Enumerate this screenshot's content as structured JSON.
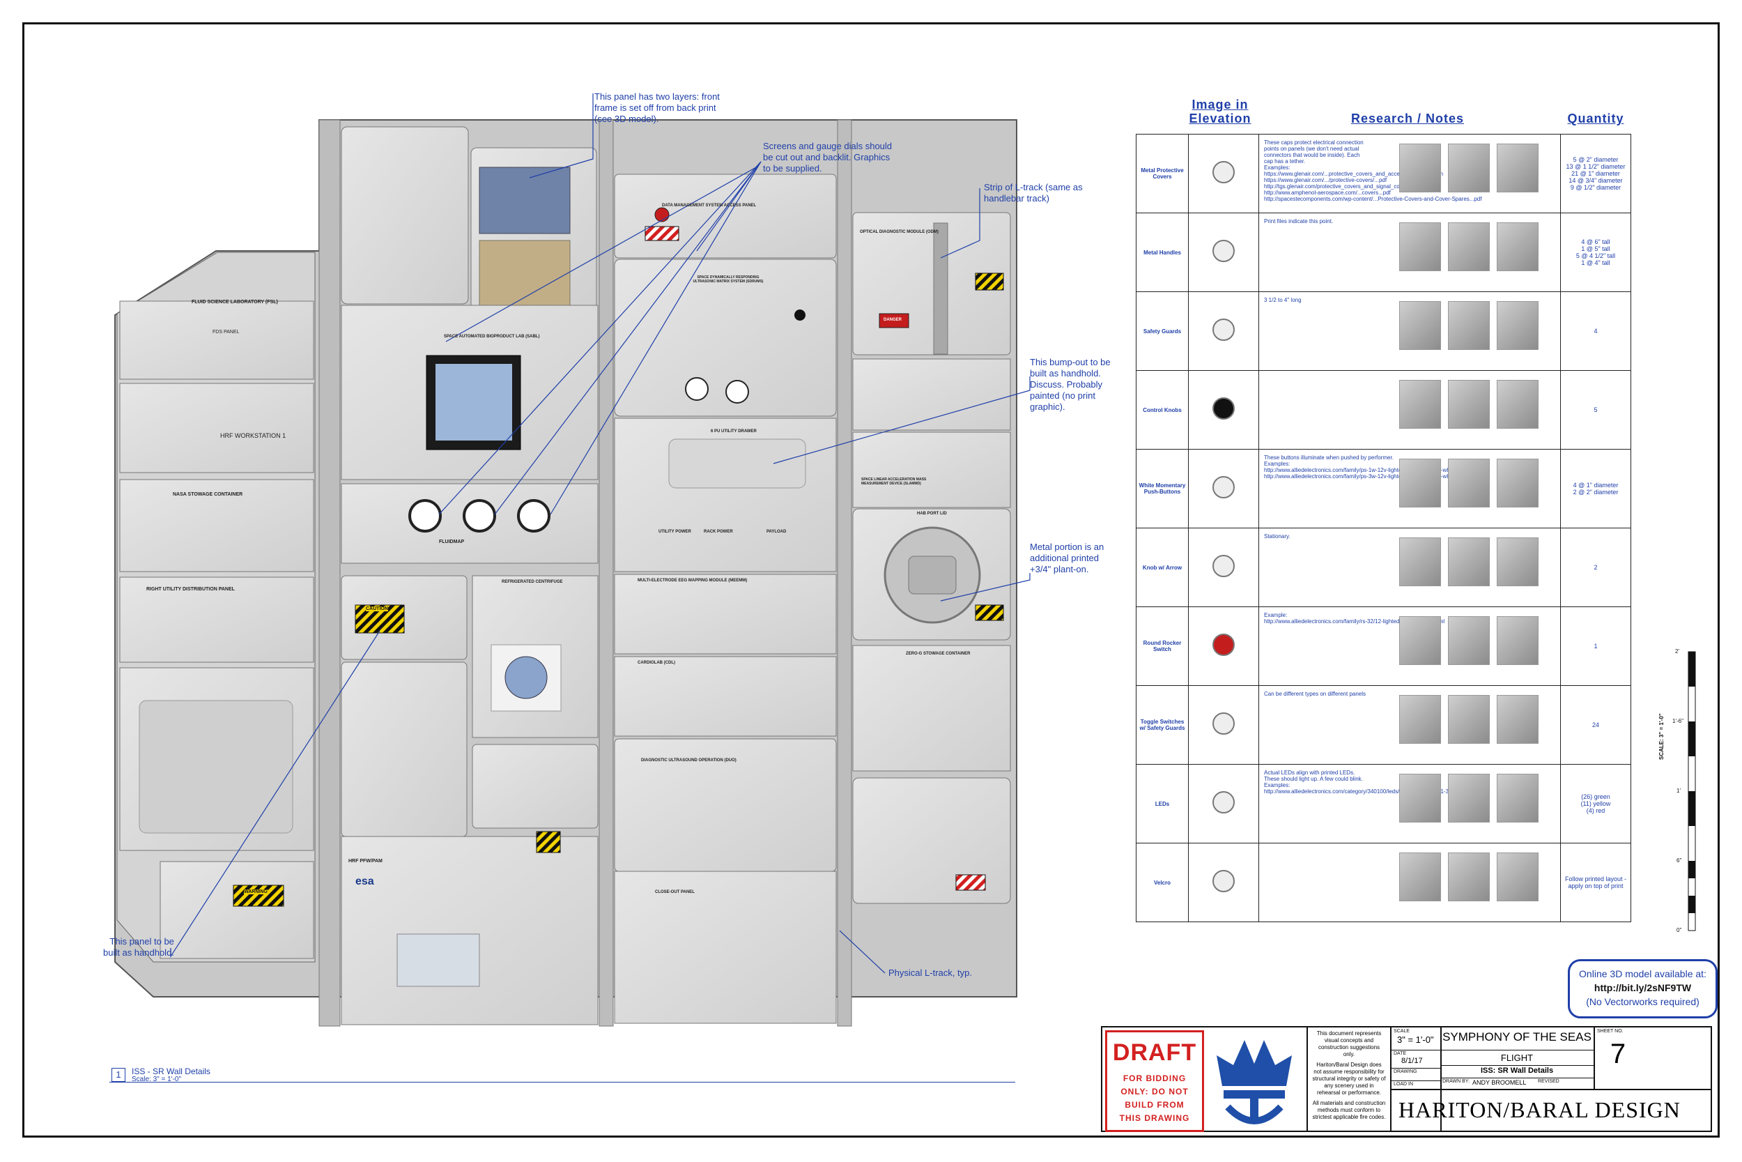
{
  "colors": {
    "accent": "#1f3fa8",
    "draft_red": "#d32020",
    "panel": "#dcdcdc",
    "hazard": "#f2d300"
  },
  "callouts": {
    "two_layers": [
      "This panel has two layers: front",
      "frame is set off from back print",
      "(see 3D model)."
    ],
    "screens": [
      "Screens and gauge dials should",
      "be cut out and backlit. Graphics",
      "to be supplied."
    ],
    "ltrack_strip": [
      "Strip of L-track (same as",
      "handlebar track)"
    ],
    "bumpout": [
      "This bump-out to be",
      "built as handhold.",
      "Discuss. Probably",
      "painted (no print",
      "graphic)."
    ],
    "metal_portion": [
      "Metal portion is an",
      "additional printed",
      "+3/4\" plant-on."
    ],
    "panel_handhold": [
      "This panel to be",
      "built as handhold."
    ],
    "physical_ltrack": "Physical L-track, typ."
  },
  "panel_labels": {
    "fsl": "FLUID SCIENCE LABORATORY (FSL)",
    "fds": "FDS PANEL",
    "hrf_ws": "HRF WORKSTATION 1",
    "nasa": "NASA STOWAGE CONTAINER",
    "rudp": "RIGHT UTILITY DISTRIBUTION PANEL",
    "sabl": "SPACE AUTOMATED BIOPRODUCT LAB (SABL)",
    "fluidmap": "FLUIDMAP",
    "refcentrifuge": "REFRIGERATED CENTRIFUGE",
    "dmsap": "DATA MANAGEMENT SYSTEM ACCESS PANEL",
    "sdrums": "SPACE DYNAMICALLY RESPONDING ULTRASONIC MATRIX SYSTEM (SDRUMS)",
    "epu": "6 PU UTILITY DRAWER",
    "meemm": "MULTI-ELECTRODE EEG MAPPING MODULE (MEEMM)",
    "cardiolab": "CARDIOLAB (CDL)",
    "duo": "DIAGNOSTIC ULTRASOUND OPERATION (DUO)",
    "closeout": "CLOSE-OUT PANEL",
    "odm": "OPTICAL DIAGNOSTIC MODULE (ODM)",
    "slamd": "SPACE LINEAR ACCELERATION MASS MEASUREMENT DEVICE (SLAMMD)",
    "hatch": "HAB PORT LID",
    "zerog": "ZERO-G STOWAGE CONTAINER",
    "hrfpfwpam": "HRF PFW/PAM",
    "esa": "esa",
    "warning": "WARNING",
    "caution": "CAUTION",
    "danger": "DANGER",
    "utility_power": "UTILITY POWER",
    "rack_power": "RACK POWER",
    "payload": "PAYLOAD"
  },
  "drawing_label": {
    "num": "1",
    "title": "ISS - SR Wall Details",
    "scale": "Scale: 3\" = 1'-0\""
  },
  "research_headers": {
    "image": "Image in Elevation",
    "notes": "Research / Notes",
    "quantity": "Quantity"
  },
  "rows": [
    {
      "label": "Metal Protective Covers",
      "qty": [
        "5  @ 2\" diameter",
        "13 @ 1 1/2\" diameter",
        "21 @ 1\" diameter",
        "14 @ 3/4\" diameter",
        "9  @ 1/2\" diameter"
      ],
      "note": [
        "These caps protect electrical connection",
        "points on panels (we don't need actual",
        "connectors that would be inside). Each",
        "cap has a tether.",
        "",
        "Examples:",
        "https://www.glenair.com/...protective_covers_and_accessories/index.htm",
        "https://www.glenair.com/.../protective-covers/...pdf",
        "http://tgs.glenair.com/protective_covers_and_signal_connectors/pdf",
        "http://www.amphenol-aerospace.com/...covers...pdf",
        "http://spacestecomponents.com/wp-content/...Protective-Covers-and-Cover-Spares...pdf"
      ]
    },
    {
      "label": "Metal Handles",
      "qty": [
        "4  @ 6\" tall",
        "1  @ 5\" tall",
        "5  @ 4 1/2\" tall",
        "1  @ 4\" tall"
      ],
      "note": [
        "Print files indicate this point."
      ]
    },
    {
      "label": "Safety Guards",
      "qty": [
        "4"
      ],
      "note": [
        "3 1/2 to 4\" long"
      ]
    },
    {
      "label": "Control Knobs",
      "qty": [
        "5"
      ],
      "note": []
    },
    {
      "label": "White Momentary Push-Buttons",
      "qty": [
        "4  @ 1\" diameter",
        "2  @ 2\" diameter"
      ],
      "note": [
        "These buttons illuminate when pushed by performer.",
        "",
        "Examples:",
        "http://www.alliedelectronics.com/family/ps-1w-12v-lighted-push-button-1-white-lens/8ml",
        "http://www.alliedelectronics.com/family/ps-3w-12v-lighted-push-button-2-white-lens/8ml"
      ]
    },
    {
      "label": "Knob w/ Arrow",
      "qty": [
        "2"
      ],
      "note": [
        "Stationary."
      ]
    },
    {
      "label": "Round Rocker Switch",
      "qty": [
        "1"
      ],
      "note": [
        "Example:",
        "http://www.alliedelectronics.com/family/rs-32/12-lighted-rocker-switch/8ml"
      ]
    },
    {
      "label": "Toggle Switches w/ Safety Guards",
      "qty": [
        "24"
      ],
      "note": [
        "Can be different types on different panels"
      ]
    },
    {
      "label": "LEDs",
      "qty": [
        "(26) green",
        "(11) yellow",
        "(4) red"
      ],
      "note": [
        "Actual LEDs align with printed LEDs.",
        "",
        "These should light up. A few could blink.",
        "",
        "Examples:",
        "http://www.alliedelectronics.com/category/340100/leds/standard-5mm-t-1-3/4/1.html"
      ]
    },
    {
      "label": "Velcro",
      "qty": [
        "Follow printed layout -",
        "apply on top of print"
      ],
      "note": []
    }
  ],
  "scale_ticks": [
    "2'",
    "1'-6\"",
    "1'",
    "6\"",
    "0\"",
    "SCALE: 3\" = 1'-0\""
  ],
  "online": {
    "line1": "Online 3D model available at:",
    "link": "http://bit.ly/2sNF9TW",
    "line3": "(No Vectorworks required)"
  },
  "title_block": {
    "draft": "DRAFT",
    "draft_note": [
      "FOR BIDDING",
      "ONLY: DO NOT",
      "BUILD FROM",
      "THIS DRAWING"
    ],
    "disclaimer": [
      "This document represents",
      "visual concepts and",
      "construction suggestions",
      "only.",
      "",
      "Hariton/Baral Design does",
      "not assume responsibility for",
      "structural integrity or safety of",
      "any scenery used in",
      "rehearsal or performance.",
      "",
      "All materials and construction",
      "methods must conform to",
      "strictest applicable fire codes."
    ],
    "scale": "3\" = 1'-0\"",
    "date": "8/1/17",
    "show": "SYMPHONY OF THE SEAS",
    "venue": "FLIGHT",
    "sheet_title": "ISS: SR Wall Details",
    "drawn_by": "ANDY BROOMELL",
    "sheet_no": "7",
    "firm": "HARITON/BARAL DESIGN",
    "small_scale": "SCALE",
    "small_date": "DATE",
    "small_drawing": "DRAWING",
    "small_drawn": "DRAWN BY:",
    "small_loadin": "LOAD IN",
    "small_revised": "REVISED",
    "small_sheet": "SHEET NO."
  }
}
